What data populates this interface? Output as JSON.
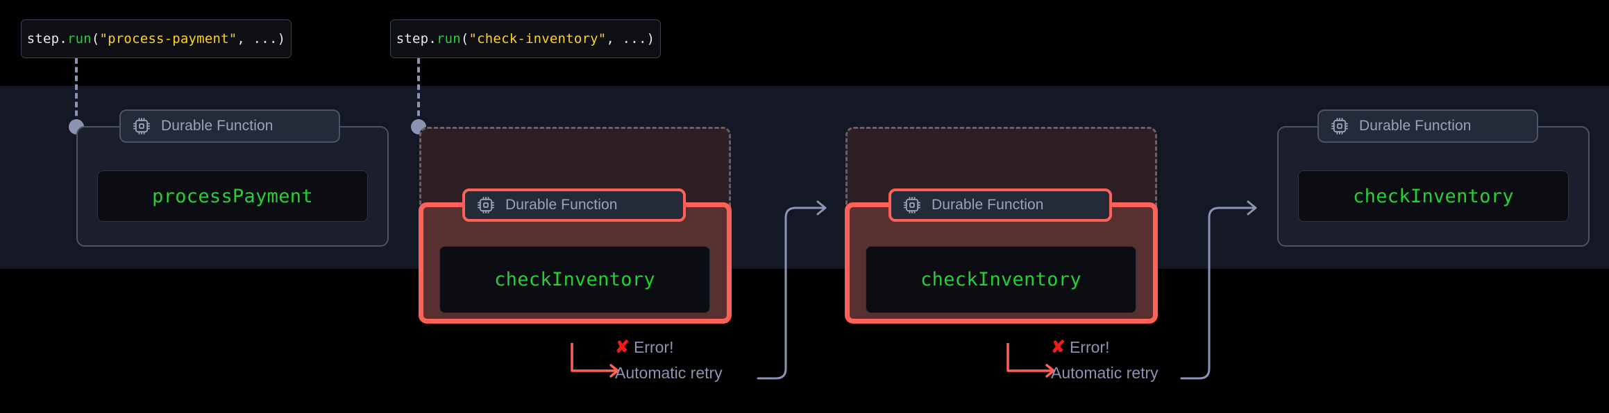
{
  "diagram": {
    "title": "Durable Function automatic retry flow",
    "colors": {
      "page_background": "#000000",
      "band_background": "#141824",
      "card_background": "#1b1f2b",
      "card_border": "#4c5368",
      "fail_border": "#ff6159",
      "fail_background": "#57302f",
      "ghost_background": "#2d1f24",
      "ghost_border": "#6c6068",
      "badge_background": "#252a38",
      "code_plate_background": "#0b0d12",
      "code_green": "#25d135",
      "code_string_yellow": "#ffd21e",
      "muted_text": "#9aa3ba",
      "error_red": "#ef1b1b",
      "connector": "#8b94b3"
    }
  },
  "code_labels": [
    {
      "id": "process-payment",
      "object": "step",
      "dot": ".",
      "method": "run",
      "open_paren": "(",
      "string": "\"process-payment\"",
      "rest": ", ...)",
      "full_text": "step.run(\"process-payment\", ...)"
    },
    {
      "id": "check-inventory",
      "object": "step",
      "dot": ".",
      "method": "run",
      "open_paren": "(",
      "string": "\"check-inventory\"",
      "rest": ", ...)",
      "full_text": "step.run(\"check-inventory\", ...)"
    }
  ],
  "badge": {
    "label": "Durable Function",
    "icon": "cpu-chip-icon"
  },
  "steps": [
    {
      "id": "step-1",
      "function_name": "processPayment",
      "state": "success",
      "badge_label": "Durable Function"
    },
    {
      "id": "step-2-attempt-1",
      "function_name": "checkInventory",
      "state": "failed",
      "badge_label": "Durable Function"
    },
    {
      "id": "step-2-attempt-2",
      "function_name": "checkInventory",
      "state": "failed",
      "badge_label": "Durable Function"
    },
    {
      "id": "step-2-attempt-3",
      "function_name": "checkInventory",
      "state": "success",
      "badge_label": "Durable Function"
    }
  ],
  "errors": [
    {
      "id": "error-1",
      "mark": "✘",
      "title": "Error!",
      "subtitle": "Automatic retry"
    },
    {
      "id": "error-2",
      "mark": "✘",
      "title": "Error!",
      "subtitle": "Automatic retry"
    }
  ]
}
